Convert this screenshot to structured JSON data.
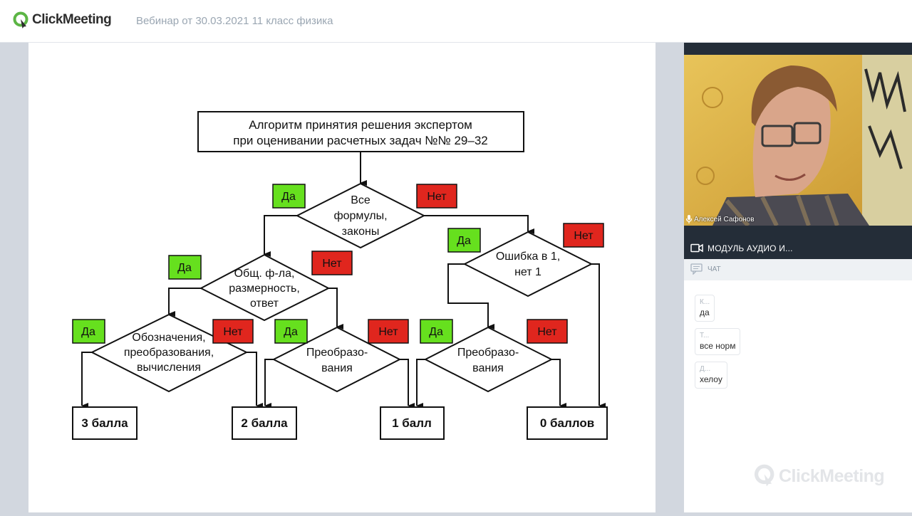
{
  "header": {
    "logo_text": "ClickMeeting",
    "title": "Вебинар от 30.03.2021 11 класс физика"
  },
  "slide": {
    "flow_title_line1": "Алгоритм принятия решения экспертом",
    "flow_title_line2": "при оценивании расчетных задач №№ 29–32",
    "yes": "Да",
    "no": "Нет",
    "d1": [
      "Все",
      "формулы,",
      "законы"
    ],
    "d2": [
      "Общ. ф-ла,",
      "размерность,",
      "ответ"
    ],
    "d3": [
      "Ошибка в 1,",
      "нет 1"
    ],
    "d4": [
      "Обозначения,",
      "преобразования,",
      "вычисления"
    ],
    "d5": [
      "Преобразо-",
      "вания"
    ],
    "d6": [
      "Преобразо-",
      "вания"
    ],
    "r1": "3 балла",
    "r2": "2 балла",
    "r3": "1 балл",
    "r4": "0 баллов"
  },
  "video": {
    "participant_name": "Алексей Сафонов"
  },
  "panel": {
    "module_label": "МОДУЛЬ АУДИО И...",
    "chat_label": "ЧАТ"
  },
  "chat": {
    "messages": [
      {
        "author": "К...",
        "text": "да"
      },
      {
        "author": "Т...",
        "text": "все норм"
      },
      {
        "author": "Д...",
        "text": "хелоу"
      }
    ]
  },
  "watermark": {
    "text": "ClickMeeting"
  },
  "colors": {
    "yes": "#66e01e",
    "no": "#e0261e",
    "dark_bar": "#242d38"
  }
}
